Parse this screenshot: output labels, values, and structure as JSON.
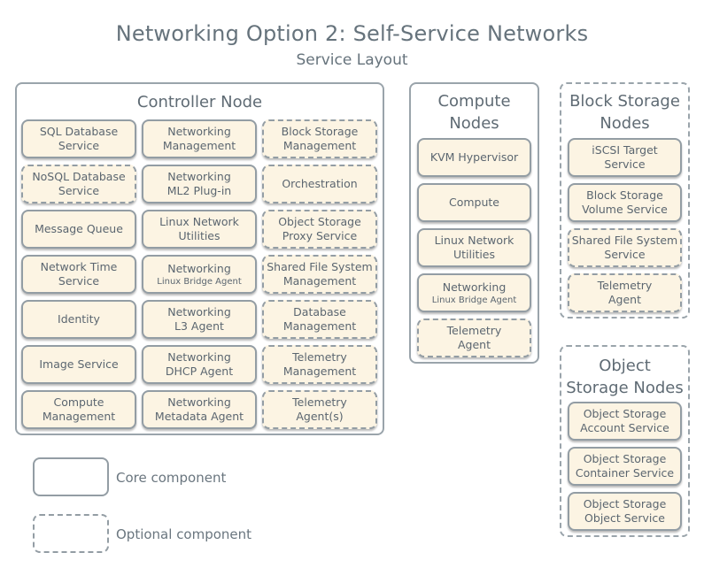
{
  "title": "Networking Option 2: Self-Service Networks",
  "subtitle": "Service Layout",
  "groups": {
    "controller": {
      "title": "Controller Node",
      "col1": [
        {
          "l1": "SQL Database",
          "l2": "Service",
          "optional": false
        },
        {
          "l1": "NoSQL Database",
          "l2": "Service",
          "optional": true
        },
        {
          "l1": "Message Queue",
          "l2": "",
          "optional": false
        },
        {
          "l1": "Network Time",
          "l2": "Service",
          "optional": false
        },
        {
          "l1": "Identity",
          "l2": "",
          "optional": false
        },
        {
          "l1": "Image Service",
          "l2": "",
          "optional": false
        },
        {
          "l1": "Compute",
          "l2": "Management",
          "optional": false
        }
      ],
      "col2": [
        {
          "l1": "Networking",
          "l2": "Management",
          "optional": false
        },
        {
          "l1": "Networking",
          "l2": "ML2 Plug-in",
          "optional": false
        },
        {
          "l1": "Linux Network",
          "l2": "Utilities",
          "optional": false
        },
        {
          "l1": "Networking",
          "l2": "Linux Bridge Agent",
          "optional": false
        },
        {
          "l1": "Networking",
          "l2": "L3 Agent",
          "optional": false
        },
        {
          "l1": "Networking",
          "l2": "DHCP Agent",
          "optional": false
        },
        {
          "l1": "Networking",
          "l2": "Metadata Agent",
          "optional": false
        }
      ],
      "col3": [
        {
          "l1": "Block Storage",
          "l2": "Management",
          "optional": true
        },
        {
          "l1": "Orchestration",
          "l2": "",
          "optional": true
        },
        {
          "l1": "Object Storage",
          "l2": "Proxy Service",
          "optional": true
        },
        {
          "l1": "Shared File System",
          "l2": "Management",
          "optional": true
        },
        {
          "l1": "Database",
          "l2": "Management",
          "optional": true
        },
        {
          "l1": "Telemetry",
          "l2": "Management",
          "optional": true
        },
        {
          "l1": "Telemetry",
          "l2": "Agent(s)",
          "optional": true
        }
      ]
    },
    "compute": {
      "title_l1": "Compute",
      "title_l2": "Nodes",
      "items": [
        {
          "l1": "KVM Hypervisor",
          "l2": "",
          "optional": false
        },
        {
          "l1": "Compute",
          "l2": "",
          "optional": false
        },
        {
          "l1": "Linux Network",
          "l2": "Utilities",
          "optional": false
        },
        {
          "l1": "Networking",
          "l2": "Linux Bridge Agent",
          "optional": false
        },
        {
          "l1": "Telemetry",
          "l2": "Agent",
          "optional": true
        }
      ]
    },
    "block": {
      "title_l1": "Block Storage",
      "title_l2": "Nodes",
      "items": [
        {
          "l1": "iSCSI Target",
          "l2": "Service",
          "optional": false
        },
        {
          "l1": "Block Storage",
          "l2": "Volume Service",
          "optional": false
        },
        {
          "l1": "Shared File System",
          "l2": "Service",
          "optional": true
        },
        {
          "l1": "Telemetry",
          "l2": "Agent",
          "optional": true
        }
      ]
    },
    "object": {
      "title_l1": "Object",
      "title_l2": "Storage Nodes",
      "items": [
        {
          "l1": "Object Storage",
          "l2": "Account Service",
          "optional": false
        },
        {
          "l1": "Object Storage",
          "l2": "Container Service",
          "optional": false
        },
        {
          "l1": "Object Storage",
          "l2": "Object Service",
          "optional": false
        }
      ]
    }
  },
  "legend": {
    "core": "Core component",
    "optional": "Optional component"
  }
}
